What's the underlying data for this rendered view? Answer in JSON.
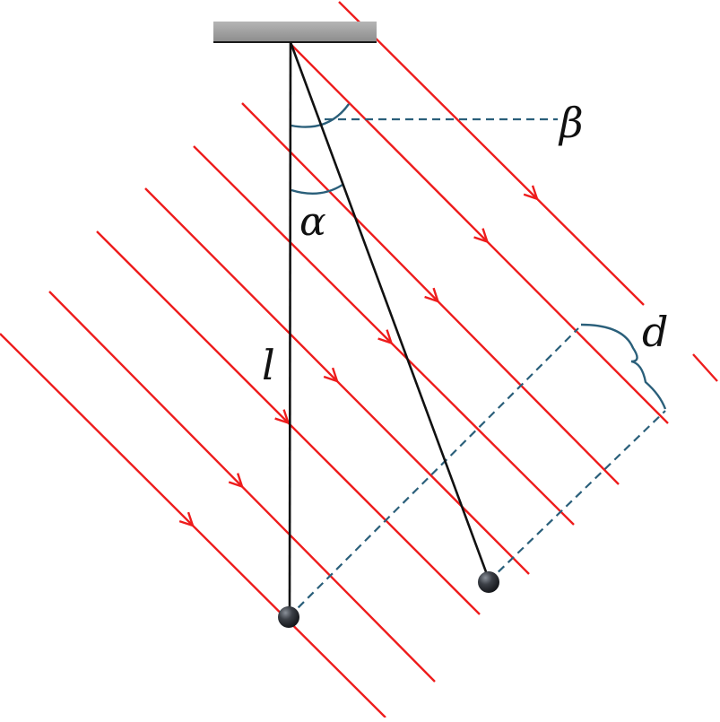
{
  "labels": {
    "beta": "β",
    "alpha": "α",
    "length": "l",
    "spacing": "d"
  },
  "colors": {
    "field_line": "#ee1c1c",
    "dashed": "#2a5f7a",
    "string": "#111111",
    "support": "#9a9a9a",
    "ball": "#3b3f46"
  }
}
